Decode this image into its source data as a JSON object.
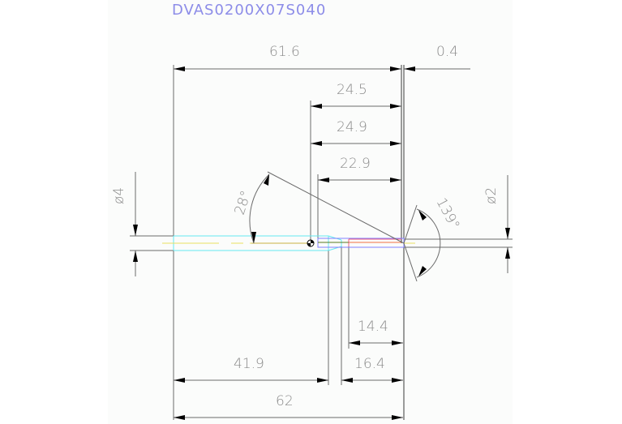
{
  "drawing": {
    "title": "DVAS0200X07S040",
    "colors": {
      "title": "#8c8ce8",
      "dimension_text": "#8a8a8a",
      "dimension_line": "#6b6b6b",
      "shank_outline": "#66e8f0",
      "center_line": "#e8e060",
      "neck_outline": "#8080ff",
      "flute_outline": "#f06080",
      "flute_core": "#f07040",
      "background": "#fbfcfb"
    },
    "dimensions": {
      "overall_length_top": "61.6",
      "tip_offset": "0.4",
      "flute_length_a": "24.5",
      "flute_length_b": "24.9",
      "flute_length_c": "22.9",
      "shank_diameter": "ø4",
      "tip_diameter": "ø2",
      "taper_angle": "28°",
      "point_angle": "139°",
      "neck_length_a": "14.4",
      "neck_length_b": "16.4",
      "shank_length": "41.9",
      "overall_length_bottom": "62"
    }
  }
}
